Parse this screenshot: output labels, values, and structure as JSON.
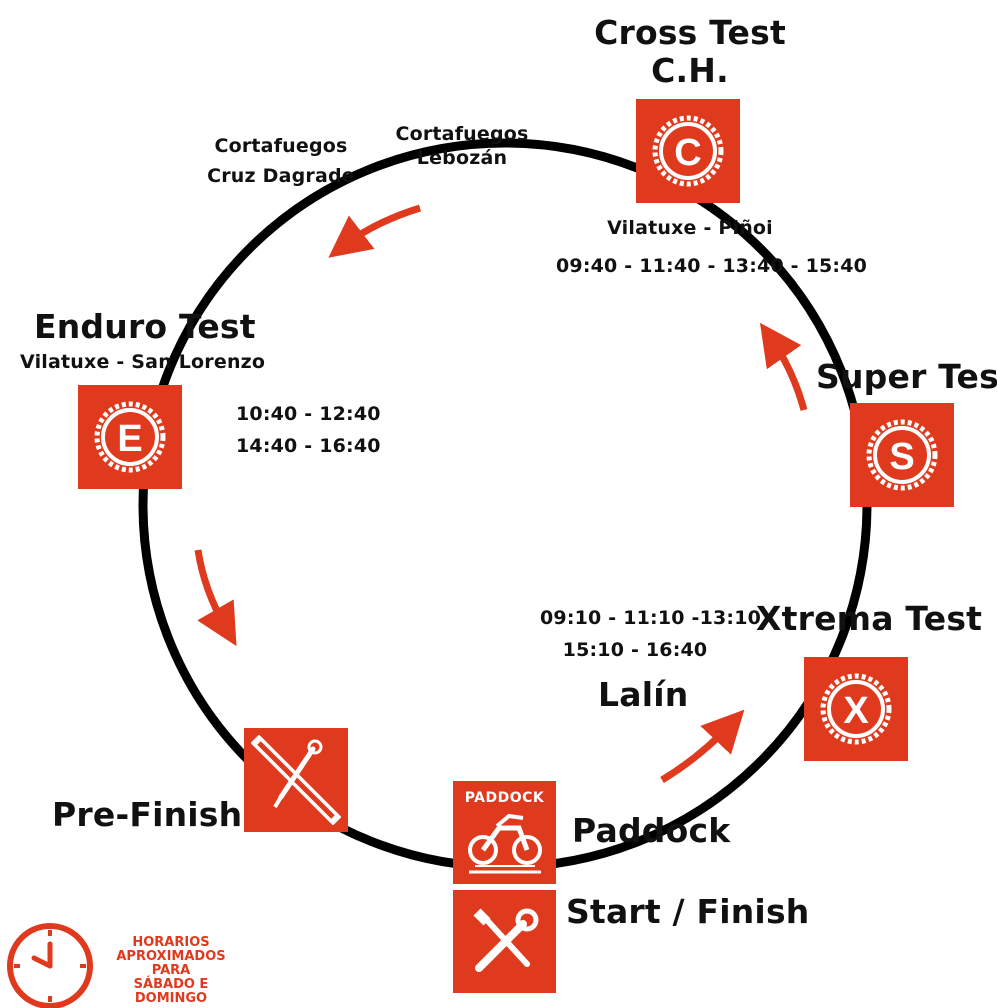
{
  "colors": {
    "accent": "#e03a1e",
    "ring": "#000000"
  },
  "stations": {
    "cross": {
      "title_line1": "Cross Test",
      "title_line2": "C.H.",
      "letter": "C",
      "location": "Vilatuxe - Piñoi",
      "times": "09:40 - 11:40 - 13:40 - 15:40"
    },
    "super": {
      "title": "Super Test",
      "letter": "S"
    },
    "xtrema": {
      "title": "Xtrema Test",
      "letter": "X",
      "times_line1": "09:10 - 11:10 -13:10",
      "times_line2": "15:10 - 16:40",
      "location": "Lalín"
    },
    "paddock": {
      "title": "Paddock",
      "icon_text": "PADDOCK"
    },
    "start_finish": {
      "title": "Start / Finish"
    },
    "pre_finish": {
      "title": "Pre-Finish"
    },
    "enduro": {
      "title": "Enduro Test",
      "location": "Vilatuxe - San Lorenzo",
      "letter": "E",
      "times_line1": "10:40 - 12:40",
      "times_line2": "14:40 - 16:40"
    }
  },
  "firebreaks": {
    "dagrade_line1": "Cortafuegos",
    "dagrade_line2": "Cruz Dagrade",
    "lebozan_line1": "Cortafuegos",
    "lebozan_line2": "Lebozán"
  },
  "note": {
    "line1": "HORARIOS",
    "line2": "APROXIMADOS",
    "line3": "PARA",
    "line4": "SÁBADO E DOMINGO"
  },
  "icons": [
    "clock-icon",
    "gear-c-icon",
    "gear-s-icon",
    "gear-x-icon",
    "gear-e-icon",
    "motorbike-icon",
    "tools-icon",
    "pencil-wrench-icon"
  ]
}
